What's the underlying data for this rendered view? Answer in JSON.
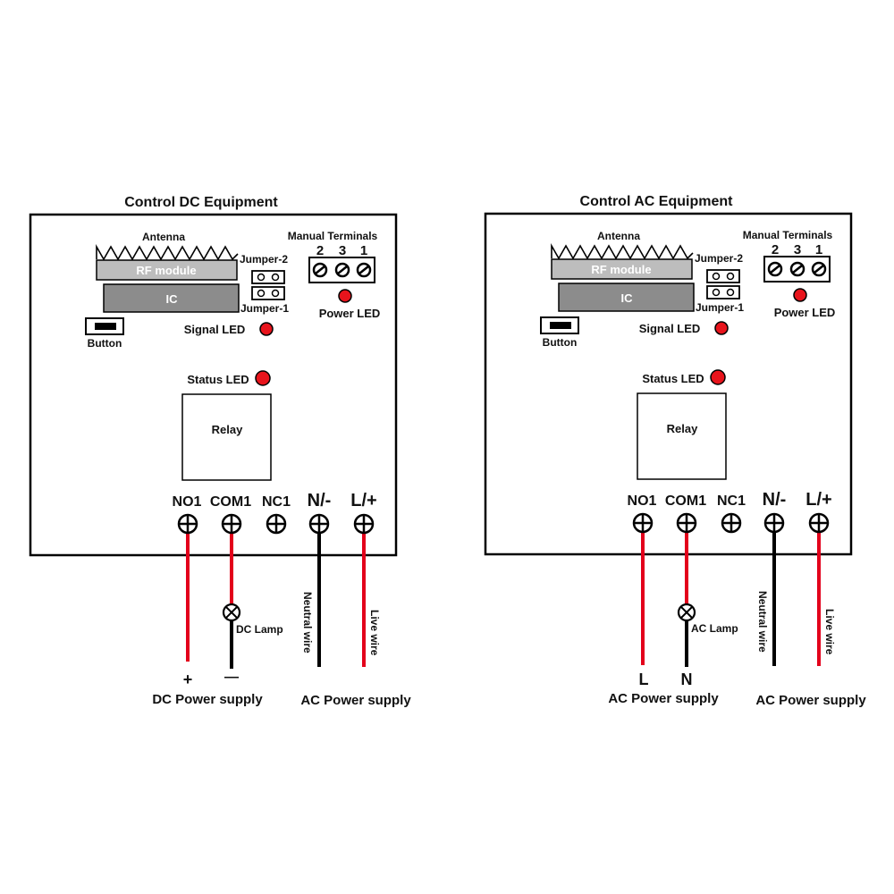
{
  "panels": [
    {
      "title": "Control DC Equipment",
      "board": {
        "antenna_label": "Antenna",
        "rf_module_label": "RF module",
        "ic_label": "IC",
        "button_label": "Button",
        "jumper2_label": "Jumper-2",
        "jumper1_label": "Jumper-1",
        "manual_terminals_label": "Manual Terminals",
        "manual_terminal_numbers": [
          "2",
          "3",
          "1"
        ],
        "power_led_label": "Power LED",
        "signal_led_label": "Signal LED",
        "status_led_label": "Status LED",
        "relay_label": "Relay",
        "terminal_labels": [
          "NO1",
          "COM1",
          "NC1",
          "N/-",
          "L/+"
        ]
      },
      "wiring": {
        "lamp_label": "DC Lamp",
        "neutral_wire_label": "Neutral wire",
        "live_wire_label": "Live wire",
        "supply1_pole1": "+",
        "supply1_pole2": "—",
        "supply1_label": "DC Power supply",
        "supply2_label": "AC Power supply"
      }
    },
    {
      "title": "Control AC Equipment",
      "board": {
        "antenna_label": "Antenna",
        "rf_module_label": "RF module",
        "ic_label": "IC",
        "button_label": "Button",
        "jumper2_label": "Jumper-2",
        "jumper1_label": "Jumper-1",
        "manual_terminals_label": "Manual Terminals",
        "manual_terminal_numbers": [
          "2",
          "3",
          "1"
        ],
        "power_led_label": "Power LED",
        "signal_led_label": "Signal LED",
        "status_led_label": "Status LED",
        "relay_label": "Relay",
        "terminal_labels": [
          "NO1",
          "COM1",
          "NC1",
          "N/-",
          "L/+"
        ]
      },
      "wiring": {
        "lamp_label": "AC Lamp",
        "neutral_wire_label": "Neutral wire",
        "live_wire_label": "Live wire",
        "supply1_pole1": "L",
        "supply1_pole2": "N",
        "supply1_label": "AC Power supply",
        "supply2_label": "AC Power supply"
      }
    }
  ],
  "colors": {
    "wire_red": "#e3001b",
    "wire_black": "#000000",
    "led_red": "#e8141c",
    "rf_module_fill": "#bdbdbd",
    "ic_fill": "#8c8c8c"
  }
}
